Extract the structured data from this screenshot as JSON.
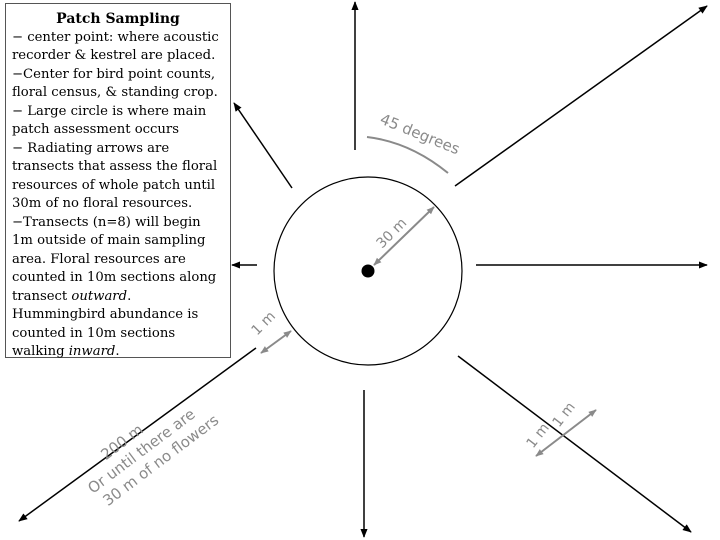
{
  "legend": {
    "title": "Patch Sampling",
    "items": [
      "− center point: where acoustic recorder & kestrel are placed.",
      "−Center for bird point counts, floral census, & standing crop.",
      "− Large circle is where main patch assessment occurs",
      "− Radiating arrows  are transects that assess the floral resources of whole patch until 30m of no floral resources.",
      {
        "p1": "−Transects (n=8) will begin 1m outside of main sampling area. Floral resources are counted in 10m sections along transect ",
        "em1": "outward",
        "p2": ". Hummingbird abundance is counted in 10m sections walking ",
        "em2": "inward",
        "p3": "."
      }
    ]
  },
  "labels": {
    "angle": "45 degrees",
    "radius": "30 m",
    "gap_left": "1 m",
    "gap_right_a": "1 m",
    "gap_right_b": "1 m",
    "transect_length": "200 m",
    "transect_note_line1": "Or until there are",
    "transect_note_line2": "30 m of no flowers"
  },
  "colors": {
    "arrow": "#000000",
    "measure": "#8a8a8a",
    "circle": "#000000"
  }
}
